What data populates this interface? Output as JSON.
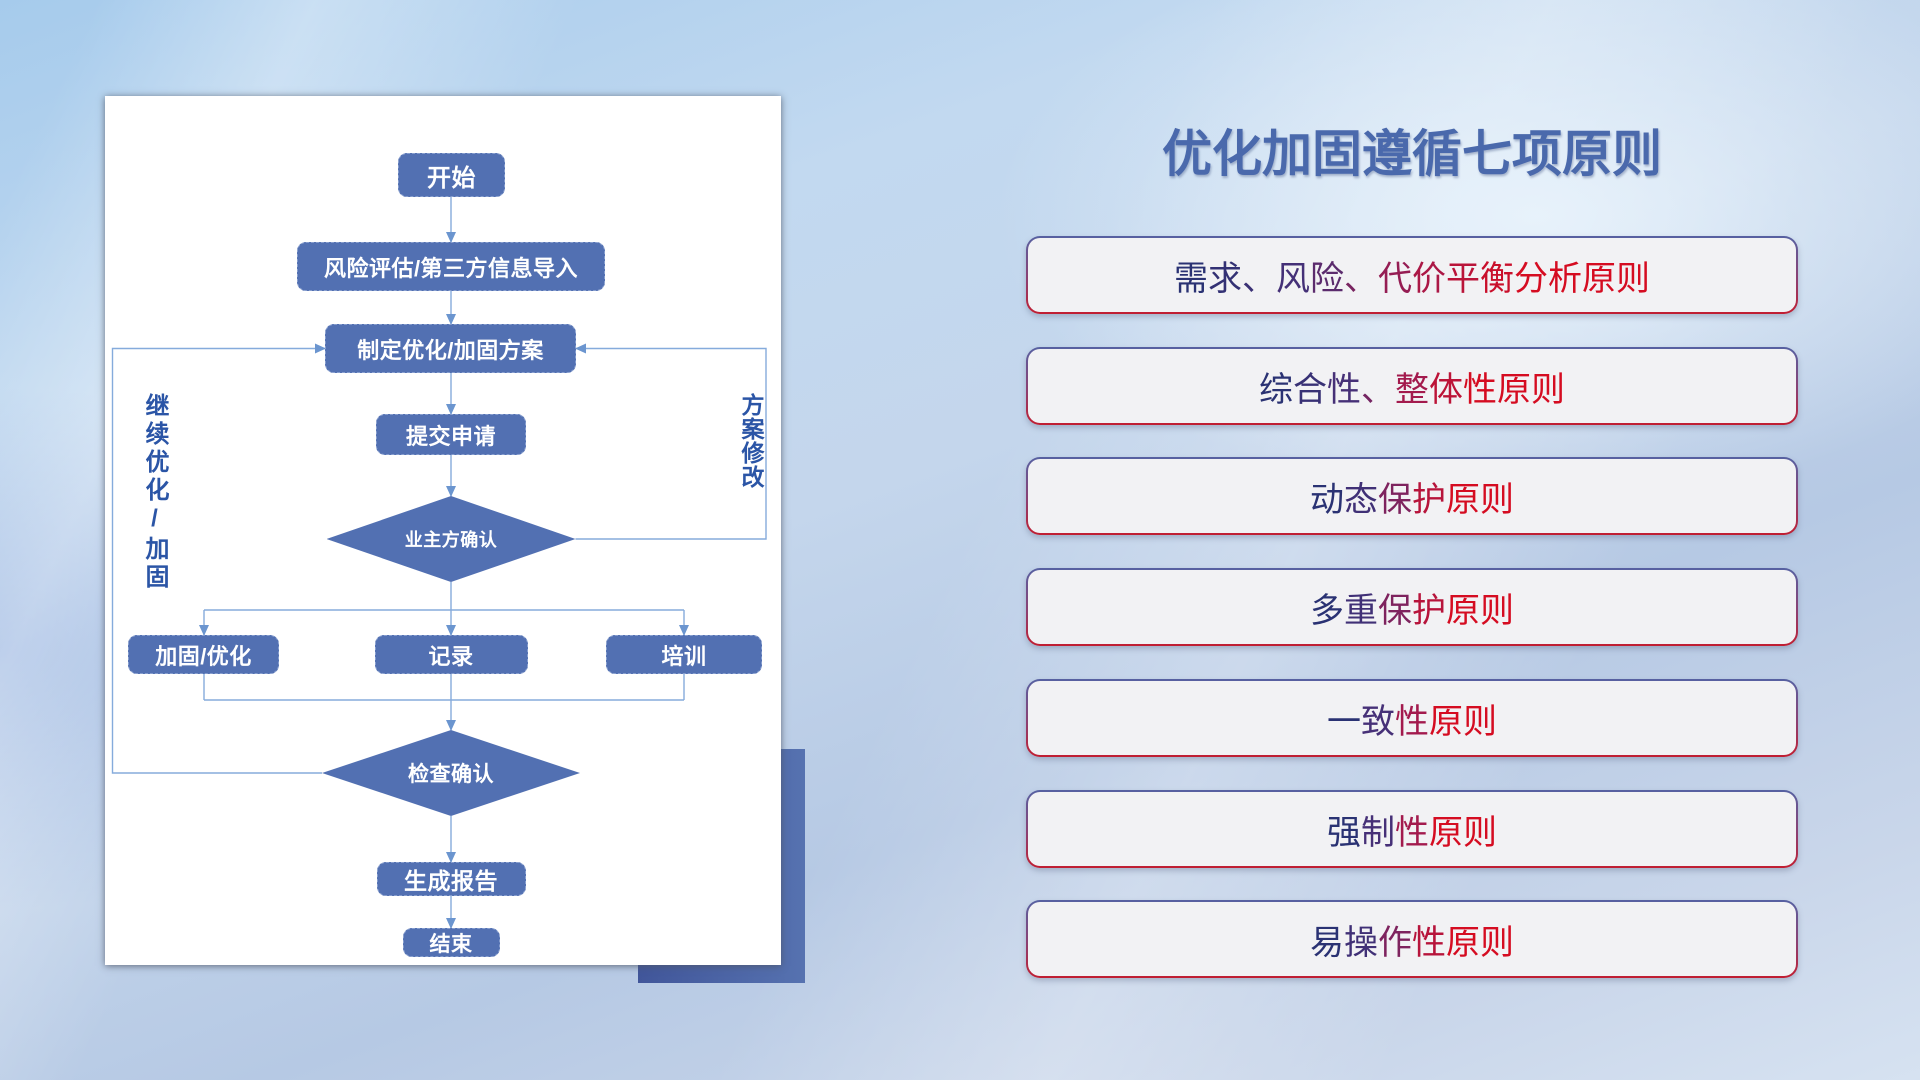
{
  "flowchart": {
    "nodes": {
      "start": "开始",
      "risk_assess": "风险评估/第三方信息导入",
      "make_plan": "制定优化/加固方案",
      "submit": "提交申请",
      "owner_confirm": "业主方确认",
      "harden": "加固/优化",
      "record": "记录",
      "training": "培训",
      "check_confirm": "检查确认",
      "report": "生成报告",
      "end": "结束"
    },
    "loop_labels": {
      "continue_optimize": "继续优化/加固",
      "plan_revise": "方案修改"
    },
    "colors": {
      "node_fill": "#5270b2",
      "connector": "#85abdc",
      "arrowhead": "#6b95cf",
      "label_text": "#2b55a6"
    }
  },
  "panel": {
    "title": "优化加固遵循七项原则",
    "title_color": "#4a69ac",
    "principles": [
      "需求、风险、代价平衡分析原则",
      "综合性、整体性原则",
      "动态保护原则",
      "多重保护原则",
      "一致性原则",
      "强制性原则",
      "易操作性原则"
    ],
    "text_gradient": [
      "#2a3273",
      "#463077",
      "#a31a4d",
      "#d50c21",
      "#d50c21"
    ],
    "border_gradient": [
      "#5661a2",
      "#c11e31"
    ],
    "box_bg": "#f2f2f4"
  }
}
